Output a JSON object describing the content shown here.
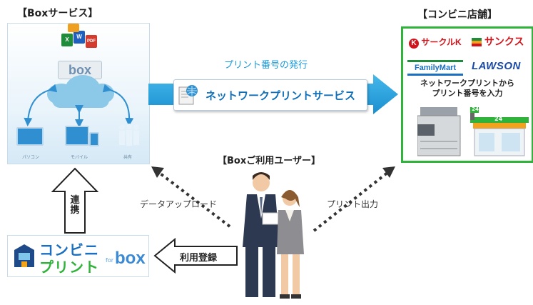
{
  "headings": {
    "box_service": "【Boxサービス】",
    "store": "【コンビニ店舗】",
    "users": "【Boxご利用ユーザー】"
  },
  "box_panel": {
    "logo_text": "box",
    "doc_tiles": [
      "X",
      "W",
      "PDF"
    ],
    "devices": [
      "パソコン",
      "モバイル",
      "共有"
    ]
  },
  "flow": {
    "issue_label": "プリント番号の発行",
    "banner_text": "ネットワークプリントサービス",
    "link_label": "連携",
    "register_label": "利用登録",
    "upload_label": "データアップロード",
    "print_label": "プリント出力"
  },
  "store": {
    "logos": {
      "circlek_mark": "K",
      "circlek": "サークルK",
      "sunkus": "サンクス",
      "familymart": "FamilyMart",
      "lawson": "LAWSON"
    },
    "instruction_line1": "ネットワークプリントから",
    "instruction_line2": "プリント番号を入力",
    "store_sign": "24"
  },
  "cp_logo": {
    "line1": "コンビニ",
    "line2": "プリント",
    "for": "for",
    "box": "box"
  },
  "colors": {
    "accent_blue": "#1a9ad8",
    "store_green": "#2fb33a",
    "sky": "#8cc8e8"
  }
}
